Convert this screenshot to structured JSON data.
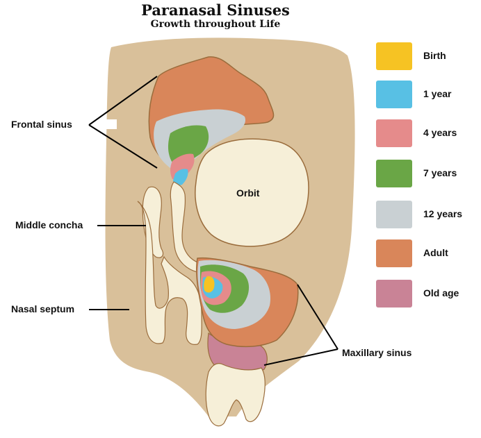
{
  "title": "Paranasal Sinuses",
  "subtitle": "Growth throughout Life",
  "labels": {
    "frontal_sinus": "Frontal sinus",
    "middle_concha": "Middle concha",
    "nasal_septum": "Nasal septum",
    "orbit": "Orbit",
    "maxillary_sinus": "Maxillary sinus"
  },
  "legend": [
    {
      "label": "Birth",
      "color": "#f6c323"
    },
    {
      "label": "1 year",
      "color": "#58c0e4"
    },
    {
      "label": "4 years",
      "color": "#e58b8b"
    },
    {
      "label": "7 years",
      "color": "#6aa646"
    },
    {
      "label": "12 years",
      "color": "#c9d0d3"
    },
    {
      "label": "Adult",
      "color": "#d9865a"
    },
    {
      "label": "Old age",
      "color": "#c98396"
    }
  ],
  "colors": {
    "bone": "#d9c09a",
    "cavity": "#f6efd8",
    "outline": "#9a6c3c"
  }
}
